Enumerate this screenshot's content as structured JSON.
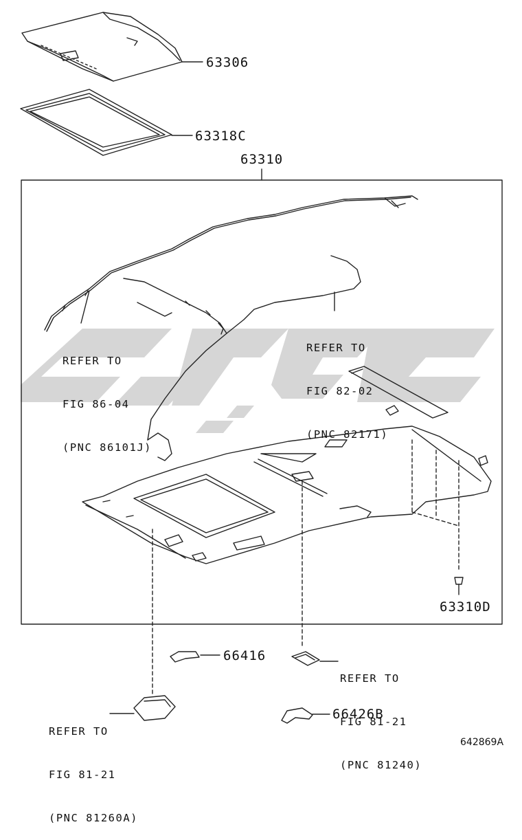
{
  "parts": {
    "p63306": "63306",
    "p63318c": "63318C",
    "p63310": "63310",
    "p63310d": "63310D",
    "p66416": "66416",
    "p66426b": "66426B"
  },
  "refs": {
    "wire_left": {
      "line1": "REFER TO",
      "line2": "FIG 86-04",
      "line3": "(PNC 86101J)"
    },
    "wire_right": {
      "line1": "REFER TO",
      "line2": "FIG 82-02",
      "line3": "(PNC 82171)"
    },
    "lamp_center": {
      "line1": "REFER TO",
      "line2": "FIG 81-21",
      "line3": "(PNC 81240)"
    },
    "lamp_front": {
      "line1": "REFER TO",
      "line2": "FIG 81-21",
      "line3": "(PNC 81260A)"
    }
  },
  "figure_number": "642869A",
  "watermark": {
    "description": "grey stylized script logo",
    "color": "#c8c8c8"
  }
}
